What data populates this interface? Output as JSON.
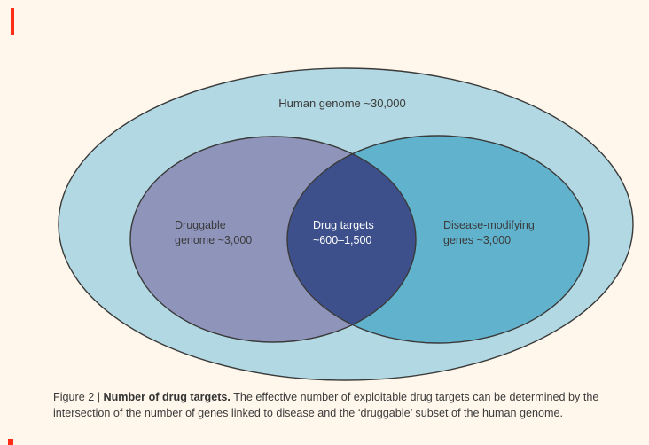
{
  "figure": {
    "type": "venn-diagram",
    "venn": {
      "outer": {
        "label": "Human genome ~30,000",
        "set_name": "Human genome",
        "value": "~30,000",
        "color": "#B2D9E3"
      },
      "left": {
        "line1": "Druggable",
        "line2": "genome ~3,000",
        "set_name": "Druggable genome",
        "value": "~3,000",
        "color": "#8E94BA"
      },
      "right": {
        "line1": "Disease-modifying",
        "line2": "genes ~3,000",
        "set_name": "Disease-modifying genes",
        "value": "~3,000",
        "color": "#61B2CD"
      },
      "intersection": {
        "line1": "Drug targets",
        "line2": "~600–1,500",
        "set_name": "Drug targets",
        "value": "~600–1,500",
        "color": "#3E508C"
      }
    },
    "caption": {
      "prefix": "Figure 2 | ",
      "bold": "Number of drug targets.",
      "body": " The effective number of exploitable drug targets can be determined by the intersection of the number of genes linked to disease and the ‘druggable’ subset of the human genome."
    }
  },
  "colors": {
    "background": "#FFF7EB",
    "outer_ellipse": "#B2D9E3",
    "left_ellipse": "#8E94BA",
    "right_ellipse": "#61B2CD",
    "intersection": "#3E508C",
    "outline": "#3a3a3a",
    "label_text": "#3b3b3b",
    "intersection_text": "#FFFFFF",
    "annotation_red": "#FE2D15"
  }
}
